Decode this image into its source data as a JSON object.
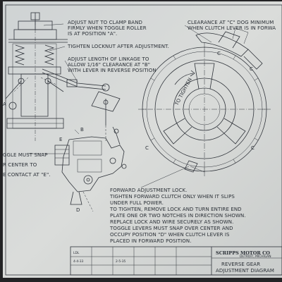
{
  "notes": {
    "adjust_nut": [
      "ADJUST NUT TO CLAMP BAND",
      "FIRMLY WHEN TOGGLE ROLLER",
      "IS AT POSITION \"A\"."
    ],
    "tighten_locknut": "TIGHTEN LOCKNUT AFTER ADJUSTMENT.",
    "adjust_linkage": [
      "ADJUST LENGTH OF LINKAGE TO",
      "ALLOW 1/16\" CLEARANCE AT \"B\"",
      "WITH LEVER IN REVERSE POSITION"
    ],
    "clearance_c": [
      "CLEARANCE AT \"C\" DOG MINIMUM",
      "WHEN CLUTCH LEVER IS IN FORWA"
    ],
    "toggle_snap": [
      "GGLE MUST SNAP",
      "R CENTER TO",
      "E CONTACT AT \"E\"."
    ],
    "forward_adjustment": [
      "FORWARD ADJUSTMENT LOCK.",
      "TIGHTEN FORWARD CLUTCH ONLY WHEN IT SLIPS",
      "UNDER FULL POWER.",
      "TO TIGHTEN, REMOVE LOCK AND TURN ENTIRE END",
      "PLATE ONE OR TWO NOTCHES IN DIRECTION SHOWN.",
      "REPLACE LOCK AND WIRE SECURELY AS SHOWN.",
      "TOGGLE LEVERS MUST SNAP OVER CENTER AND",
      "OCCUPY POSITION \"D\" WHEN CLUTCH LEVER IS",
      "PLACED IN FORWARD POSITION."
    ]
  },
  "labels": {
    "a": "A",
    "b": "B",
    "c": "C",
    "d": "D",
    "e": "E",
    "to_tighten": "TO TIGHTEN"
  },
  "title_block": {
    "company": "SCRIPPS MOTOR CO",
    "company_sub": "DETROIT, MICHIGAN",
    "drawing_title_1": "REVERSE GEAR",
    "drawing_title_2": "ADJUSTMENT DIAGRAM",
    "cells": [
      "LDL",
      "4-4-33",
      "2-5-35"
    ]
  }
}
